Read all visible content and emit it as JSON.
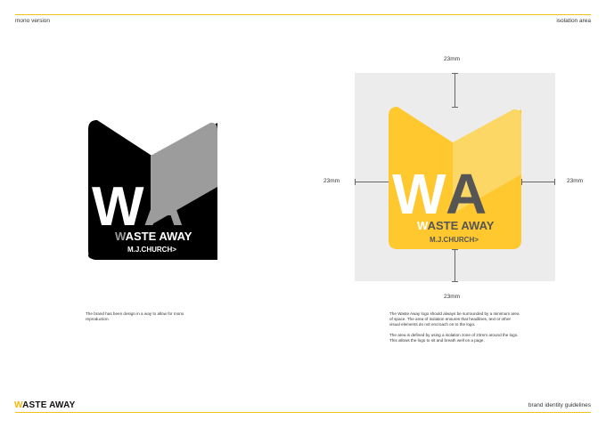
{
  "header": {
    "left": "mono version",
    "right": "isolation area"
  },
  "footer": {
    "brand_first": "W",
    "brand_rest": "ASTE AWAY",
    "right": "brand identity guidelines"
  },
  "logo": {
    "monogram_w": "W",
    "monogram_a": "A",
    "wordmark_first": "W",
    "wordmark_rest": "ASTE AWAY",
    "byline": "M.J.CHURCH>"
  },
  "colors": {
    "accent": "#f2c21a",
    "logo_yellow": "#fec82e",
    "logo_light": "#fdd766",
    "mono_black": "#000000",
    "mono_grey": "#9c9c9c",
    "dark_grey": "#555555"
  },
  "isolation": {
    "top": "23mm",
    "left": "23mm",
    "right": "23mm",
    "bottom": "23mm"
  },
  "captions": {
    "mono": "The brand has been design in a way to allow for mono reproduction.",
    "isolation_p1": "The Waste Away logo should always be surrounded by a minimum area of space. The area of isolation ensures that headlines, text or other visual elements do not encroach on to the logo.",
    "isolation_p2": "The area is defined by using a isolation zone of 23mm around the logo. This allows the logo to sit and breath well on a page."
  }
}
